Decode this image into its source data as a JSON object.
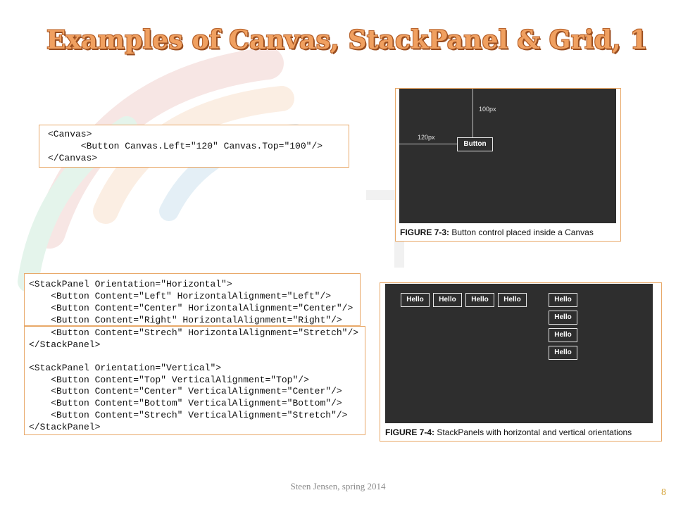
{
  "slide": {
    "title": "Examples of Canvas, StackPanel & Grid, 1",
    "footer": "Steen Jensen, spring 2014",
    "page_number": "8"
  },
  "canvas_code": [
    "<Canvas>",
    "      <Button Canvas.Left=\"120\" Canvas.Top=\"100\"/>",
    "</Canvas>"
  ],
  "stackpanel_code_top": [
    "<StackPanel Orientation=\"Horizontal\">",
    "    <Button Content=\"Left\" HorizontalAlignment=\"Left\"/>",
    "    <Button Content=\"Center\" HorizontalAlignment=\"Center\"/>",
    "    <Button Content=\"Right\" HorizontalAlignment=\"Right\"/>"
  ],
  "stackpanel_code_bottom": [
    "    <Button Content=\"Strech\" HorizontalAlignment=\"Stretch\"/>",
    "</StackPanel>",
    "",
    "<StackPanel Orientation=\"Vertical\">",
    "    <Button Content=\"Top\" VerticalAlignment=\"Top\"/>",
    "    <Button Content=\"Center\" VerticalAlignment=\"Center\"/>",
    "    <Button Content=\"Bottom\" VerticalAlignment=\"Bottom\"/>",
    "    <Button Content=\"Strech\" VerticalAlignment=\"Stretch\"/>",
    "</StackPanel>"
  ],
  "figure_canvas": {
    "top_offset_label": "100px",
    "left_offset_label": "120px",
    "button_label": "Button",
    "caption_number": "FIGURE 7-3:",
    "caption_text": "Button control placed inside a Canvas"
  },
  "figure_stackpanel": {
    "horizontal_buttons": [
      "Hello",
      "Hello",
      "Hello",
      "Hello"
    ],
    "vertical_buttons": [
      "Hello",
      "Hello",
      "Hello",
      "Hello"
    ],
    "caption_number": "FIGURE 7-4:",
    "caption_text": "StackPanels with horizontal and vertical orientations"
  }
}
